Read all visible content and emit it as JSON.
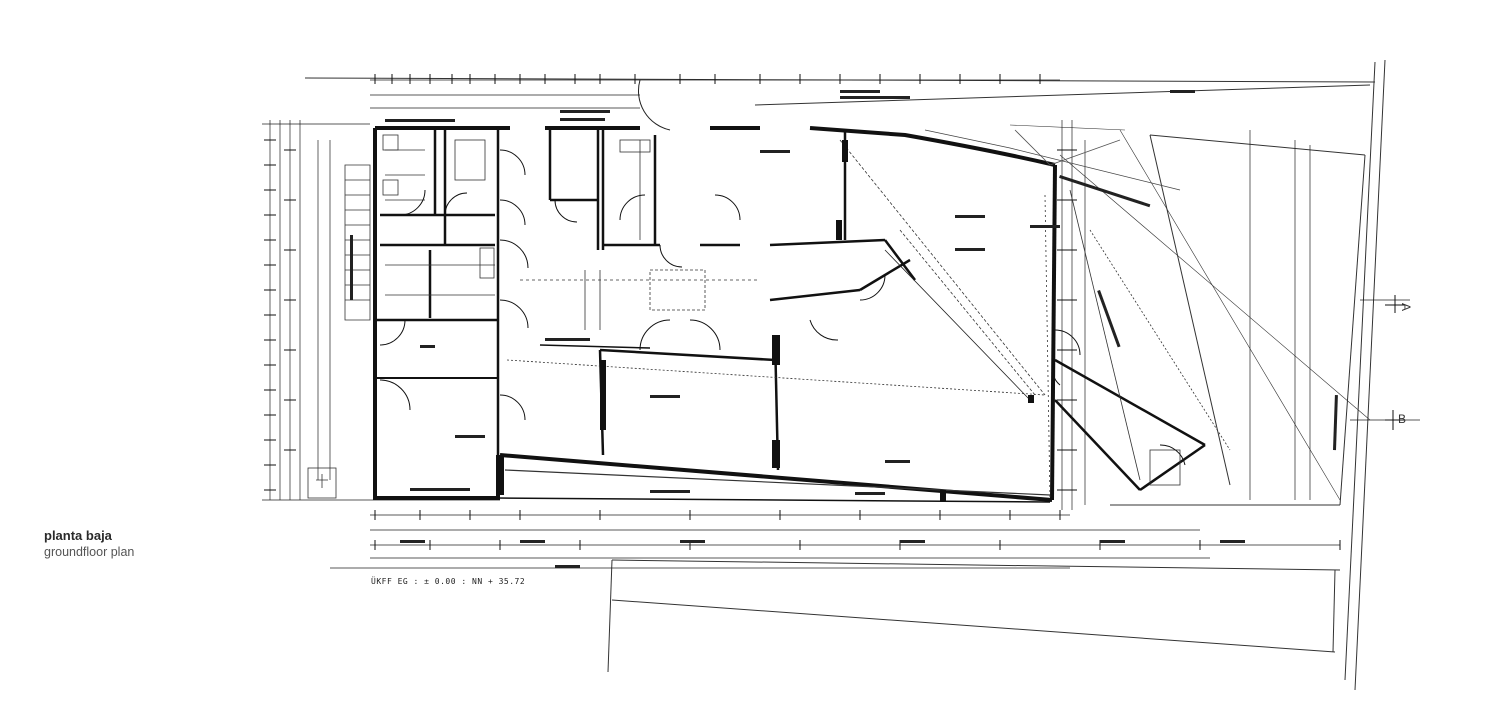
{
  "caption": {
    "title": "planta baja",
    "subtitle": "groundfloor plan"
  },
  "level_note": "ÜKFF EG : ± 0.00 : NN + 35.72",
  "section_markers": {
    "a": "A",
    "b": "B"
  },
  "colors": {
    "ink": "#1e1e1e",
    "wall": "#111111",
    "light_ink": "#777777"
  }
}
